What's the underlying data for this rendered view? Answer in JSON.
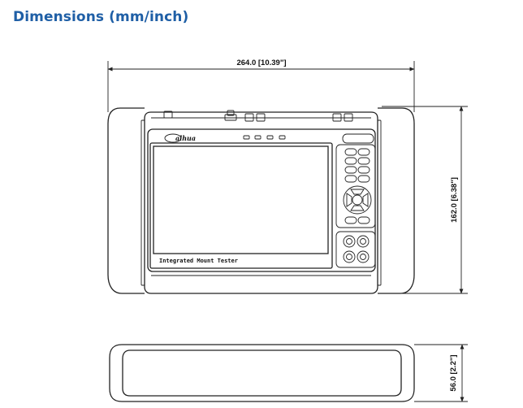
{
  "page": {
    "title": "Dimensions (mm/inch)",
    "title_color": "#1f5fa6"
  },
  "front_view": {
    "width_dimension": "264.0 [10.39\"]",
    "height_dimension": "162.0 [6.38\"]",
    "brand_logo": "alhua",
    "screen_label": "Integrated Mount Tester",
    "indicator_leds": 4,
    "keypad_icon": "dpad-icon",
    "connector_icon": "bnc-connector-icon"
  },
  "side_view": {
    "depth_dimension": "56.0 [2.2\"]"
  }
}
